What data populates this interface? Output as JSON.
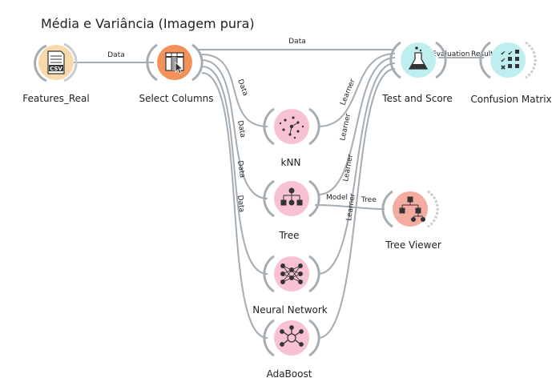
{
  "workflow_title": "Média e Variância (Imagem pura)",
  "nodes": {
    "features": {
      "label": "Features_Real",
      "fill": "#f8d9ac",
      "icon_text": "CSV"
    },
    "select": {
      "label": "Select Columns",
      "fill": "#f2925a"
    },
    "knn": {
      "label": "kNN",
      "fill": "#f8c2d3"
    },
    "tree": {
      "label": "Tree",
      "fill": "#f8c2d3"
    },
    "nn": {
      "label": "Neural Network",
      "fill": "#f8c2d3"
    },
    "ada": {
      "label": "AdaBoost",
      "fill": "#f8c2d3"
    },
    "testscore": {
      "label": "Test and Score",
      "fill": "#bfeef0"
    },
    "confusion": {
      "label": "Confusion Matrix",
      "fill": "#bfeef0"
    },
    "treeviewer": {
      "label": "Tree Viewer",
      "fill": "#f5aca0"
    }
  },
  "edges": {
    "features_select": "Data",
    "select_testscore": "Data",
    "select_knn": "Data",
    "select_tree": "Data",
    "select_nn": "Data",
    "select_ada": "Data",
    "knn_testscore": "Learner",
    "tree_testscore": "Learner",
    "nn_testscore": "Learner",
    "ada_testscore": "Learner",
    "testscore_confusion_src": "Evaluation",
    "testscore_confusion_dst": "Results",
    "tree_treeviewer_src": "Model",
    "tree_treeviewer_dst": "Tree"
  },
  "colors": {
    "edge": "#a4acb4",
    "pink": "#f8c2d3",
    "cyan": "#bfeef0",
    "orange": "#f2925a",
    "peach": "#f8d9ac",
    "salmon": "#f5aca0"
  }
}
